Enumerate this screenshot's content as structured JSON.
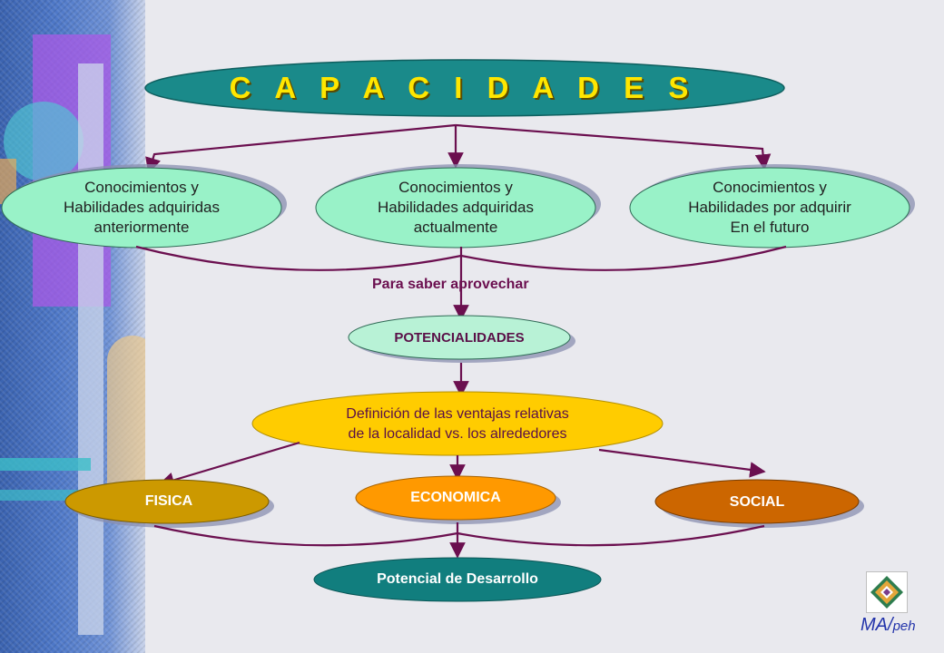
{
  "title": "C A P A C I D A D E S",
  "top_nodes": [
    {
      "line1": "Conocimientos y",
      "line2": "Habilidades adquiridas",
      "line3": "anteriormente"
    },
    {
      "line1": "Conocimientos y",
      "line2": "Habilidades adquiridas",
      "line3": "actualmente"
    },
    {
      "line1": "Conocimientos y",
      "line2": "Habilidades por adquirir",
      "line3": "En el futuro"
    }
  ],
  "connector_label": "Para saber aprovechar",
  "potencialidades": "POTENCIALIDADES",
  "definicion": {
    "line1": "Definición de las ventajas relativas",
    "line2": "de la localidad vs. los alrededores"
  },
  "categories": [
    "FISICA",
    "ECONOMICA",
    "SOCIAL"
  ],
  "result": "Potencial de Desarrollo",
  "signature": {
    "main": "MA/",
    "small": "peh"
  },
  "colors": {
    "title_fill": "#1a8a8a",
    "title_text": "#ffe600",
    "green_node": "#99f2c8",
    "potencialidades": "#b8f2d6",
    "definicion": "#ffcc00",
    "fisica": "#cc9900",
    "economica": "#ff9900",
    "social": "#cc6600",
    "result": "#117e7e",
    "connector": "#6b0f4f"
  }
}
